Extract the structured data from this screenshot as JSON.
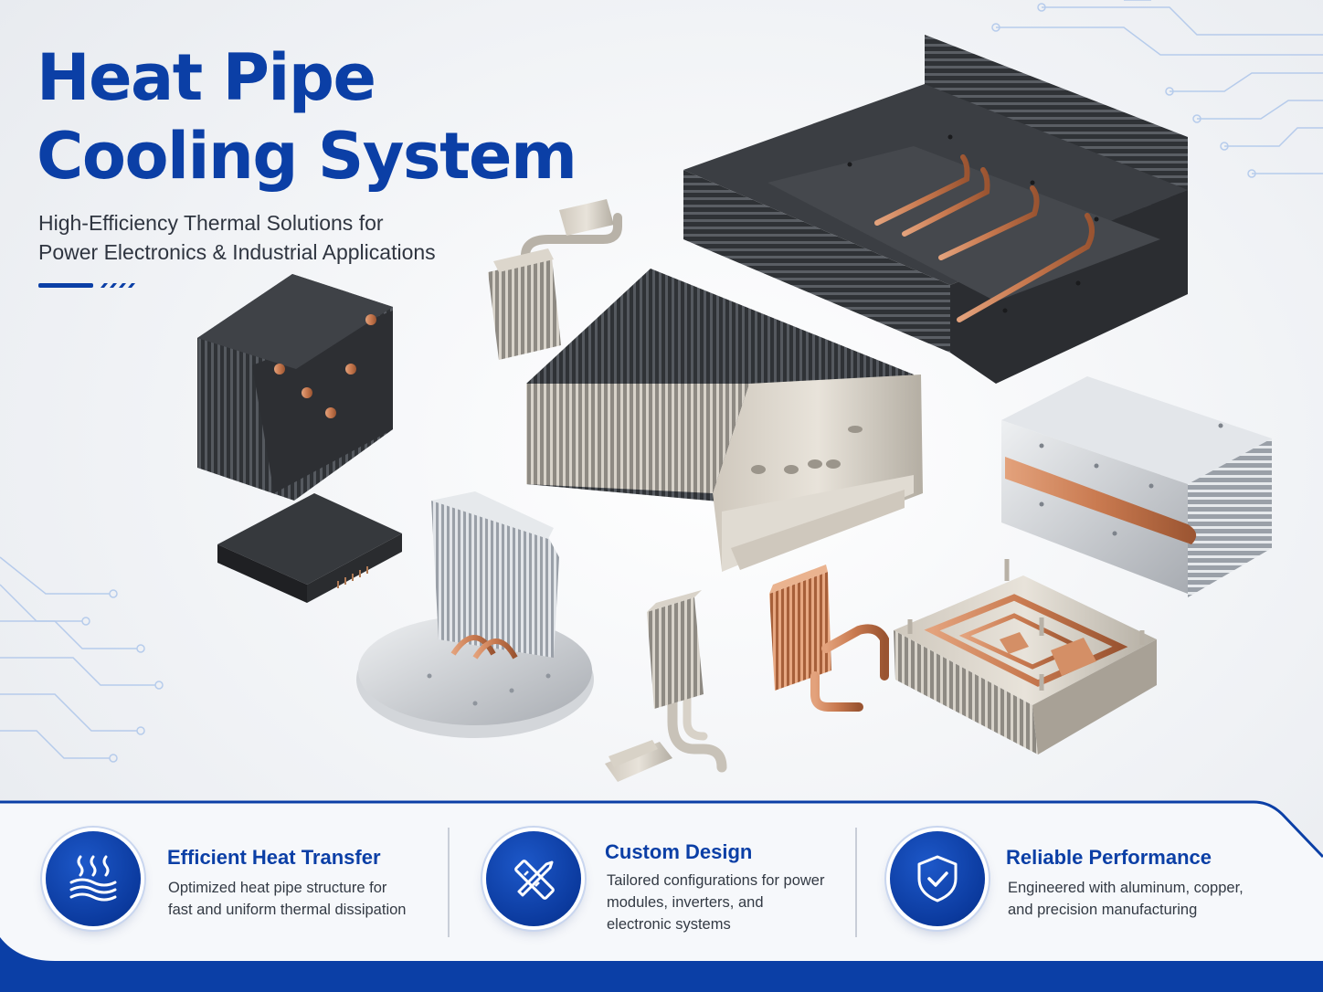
{
  "header": {
    "title_lines": [
      "Heat Pipe",
      "Cooling System"
    ],
    "subtitle_lines": [
      "High-Efficiency Thermal Solutions for",
      "Power Electronics & Industrial Applications"
    ]
  },
  "colors": {
    "brand_blue": "#0b3fa6",
    "copper": "#c8794f",
    "fin_dark": "#2e3033",
    "aluminum": "#c9ccd1"
  },
  "features": [
    {
      "icon": "heat-waves-icon",
      "title": "Efficient Heat Transfer",
      "desc_lines": [
        "Optimized heat pipe structure for",
        "fast and uniform thermal dissipation"
      ]
    },
    {
      "icon": "ruler-pencil-icon",
      "title": "Custom Design",
      "desc_lines": [
        "Tailored configurations for power",
        "modules, inverters, and",
        "electronic systems"
      ]
    },
    {
      "icon": "shield-check-icon",
      "title": "Reliable Performance",
      "desc_lines": [
        "Engineered with aluminum, copper,",
        "and precision manufacturing"
      ]
    }
  ]
}
